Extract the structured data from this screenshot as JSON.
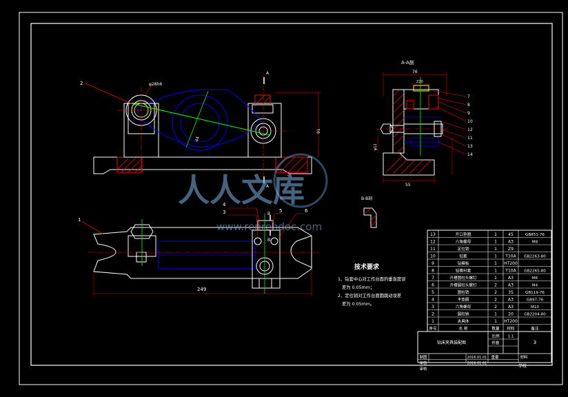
{
  "drawing": {
    "section_aa_title": "A-A剖",
    "section_bb_title": "B-B剖",
    "label_a": "A",
    "label_b": "B",
    "dim_76": "76",
    "dim_z20": "Z20",
    "dim_55": "55",
    "dim_249": "249",
    "dim_phi28": "φ28h6",
    "dim_91": "91",
    "dim_44": "44",
    "dim_g1": "φ12",
    "callouts_main": [
      "2",
      "1",
      "4",
      "3",
      "5",
      "6"
    ],
    "callouts_side": [
      "7",
      "8",
      "9",
      "10",
      "12",
      "11",
      "13",
      "14"
    ]
  },
  "tech": {
    "title": "技术要求",
    "line1": "1、钻套中心对工作台面的垂直度误",
    "line2": "差为 0.05mm；",
    "line3": "2、定位销对工作台面圆跳动误差",
    "line4": "差为 0.05mm。"
  },
  "bom": {
    "rows": [
      {
        "no": "13",
        "name": "开口垫圈",
        "qty": "1",
        "mat": "45",
        "note": "GB851-76"
      },
      {
        "no": "12",
        "name": "六角螺母",
        "qty": "1",
        "mat": "A3",
        "note": "M8"
      },
      {
        "no": "11",
        "name": "定位销",
        "qty": "1",
        "mat": "Z9",
        "note": ""
      },
      {
        "no": "10",
        "name": "钻套",
        "qty": "1",
        "mat": "T10A",
        "note": "GB2263-80"
      },
      {
        "no": "9",
        "name": "钻模板",
        "qty": "1",
        "mat": "HT200",
        "note": ""
      },
      {
        "no": "8",
        "name": "钻模衬套",
        "qty": "1",
        "mat": "T10A",
        "note": "GB2265-80"
      },
      {
        "no": "7",
        "name": "开槽圆柱头螺钉",
        "qty": "1",
        "mat": "A3",
        "note": "M6"
      },
      {
        "no": "6",
        "name": "开槽圆柱头螺钉",
        "qty": "2",
        "mat": "A3",
        "note": "M4"
      },
      {
        "no": "5",
        "name": "圆柱销",
        "qty": "2",
        "mat": "35",
        "note": "GB119-76"
      },
      {
        "no": "4",
        "name": "平垫圈",
        "qty": "2",
        "mat": "A3",
        "note": "GB97-76"
      },
      {
        "no": "3",
        "name": "六角螺母",
        "qty": "2",
        "mat": "A3",
        "note": "M10"
      },
      {
        "no": "2",
        "name": "圆柱销",
        "qty": "1",
        "mat": "20",
        "note": "GB2204-80"
      },
      {
        "no": "1",
        "name": "夹具体",
        "qty": "1",
        "mat": "HT200",
        "note": ""
      }
    ],
    "header": {
      "no": "序号",
      "name": "名 称",
      "qty": "数量",
      "mat": "材料",
      "note": "备注"
    },
    "drawing_name": "钻床夹具装配图",
    "scale_label": "比例",
    "scale_value": "1:1",
    "qty_label": "件数",
    "sheet_value": "3",
    "drawn_label": "制图",
    "drawn_date": "2016.01.01",
    "checked_label": "审核",
    "checked_date": "2016.01.01",
    "approved_label": "审核",
    "weight_label": "重量",
    "material_label": "材料",
    "school": "学校"
  },
  "watermark": {
    "brand": "人人文库",
    "url": "www.renrendoc.com"
  },
  "colors": {
    "background": "#000000",
    "outline": "#ffffff",
    "hidden": "#0000ff",
    "center": "#ff0000",
    "axis": "#00ff00",
    "hatch": "#ff0000",
    "part": "#ffff00",
    "dim": "#ff0000"
  }
}
